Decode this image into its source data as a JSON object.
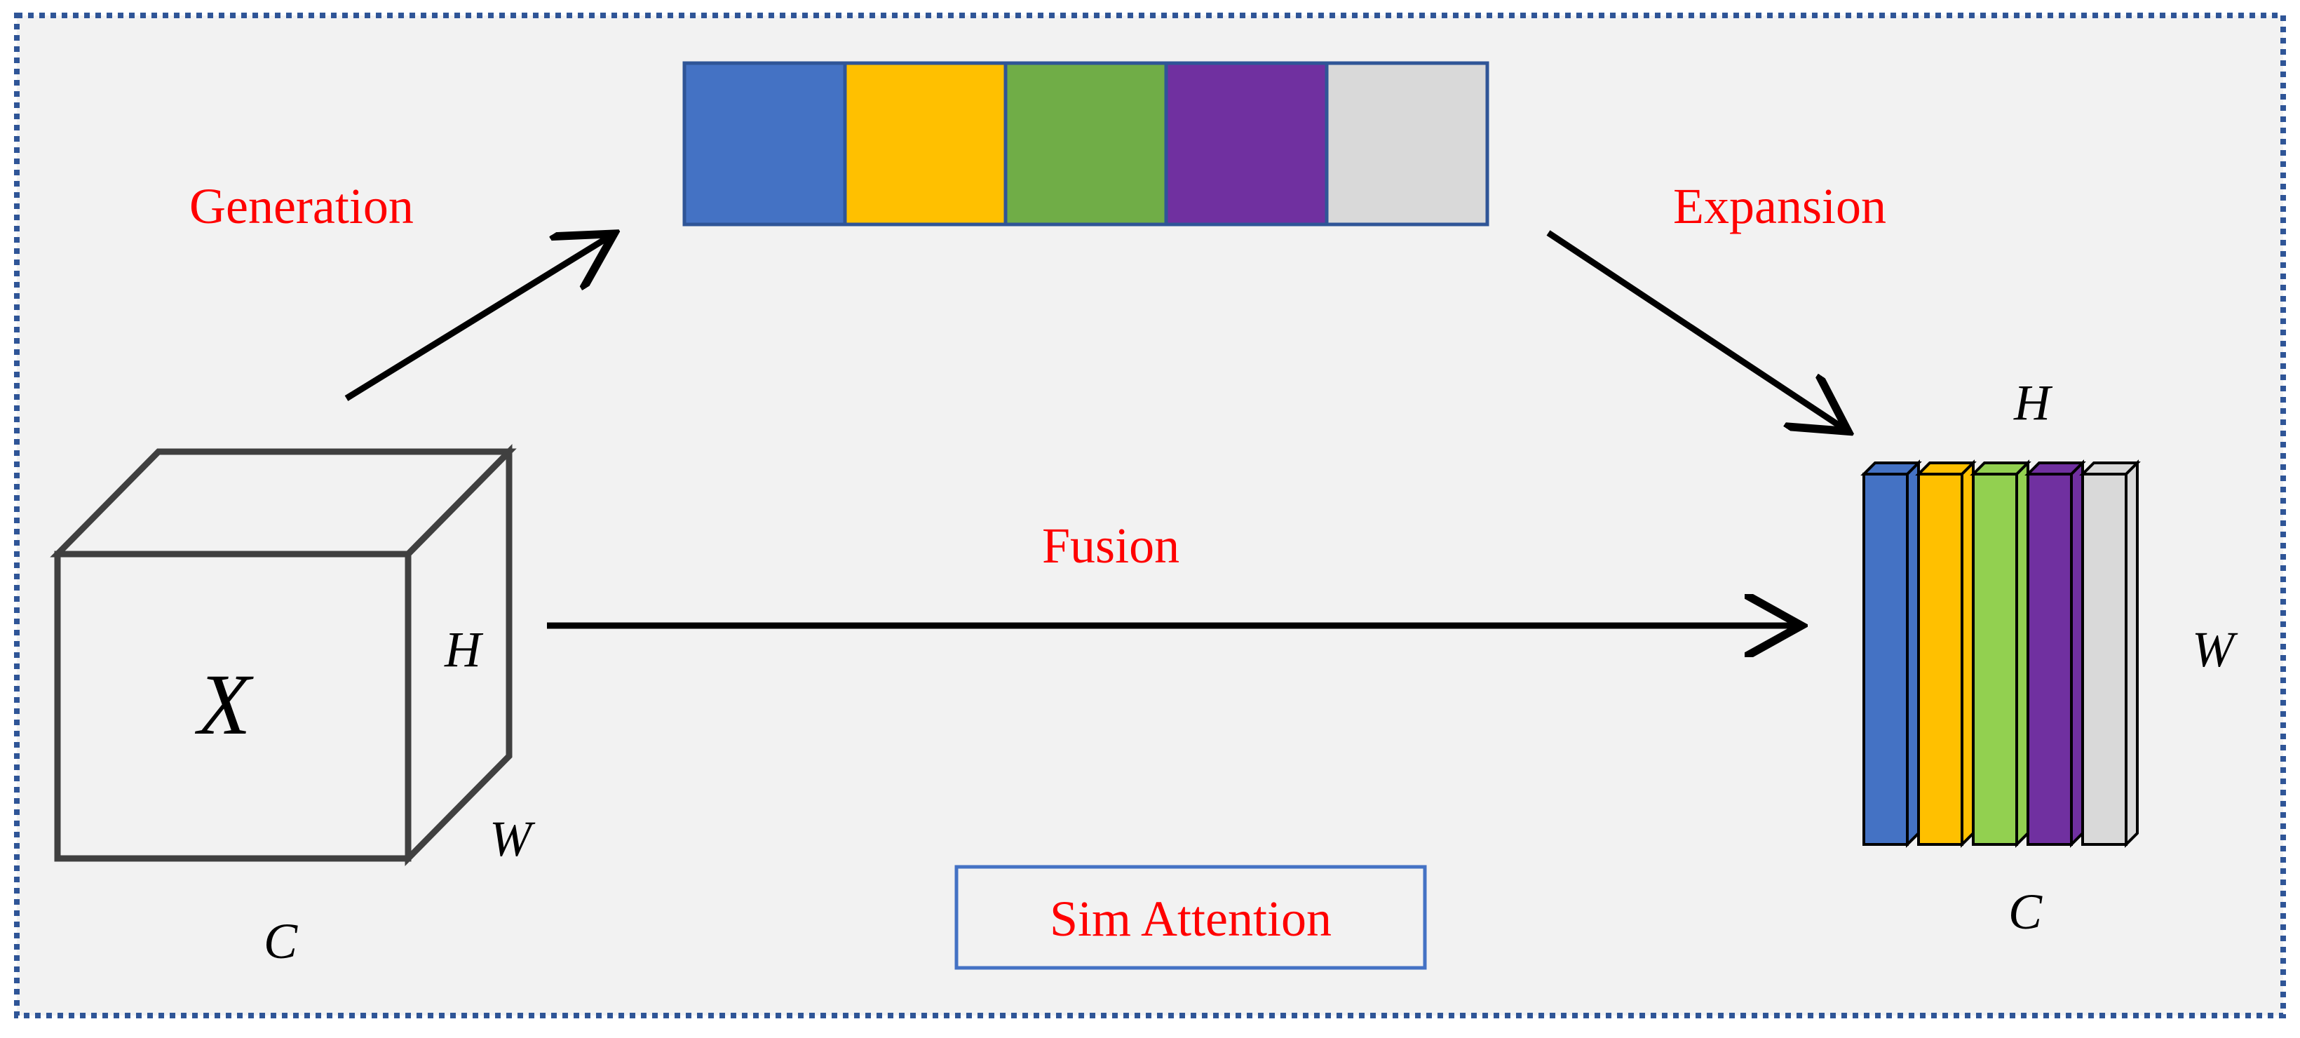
{
  "labels": {
    "generation": "Generation",
    "expansion": "Expansion",
    "fusion": "Fusion",
    "title": "Sim Attention"
  },
  "input_cube": {
    "symbol": "X",
    "dim_h": "H",
    "dim_w": "W",
    "dim_c": "C"
  },
  "output_stack": {
    "dim_h": "H",
    "dim_w": "W",
    "dim_c": "C"
  },
  "colors": {
    "background": "#f2f2f2",
    "frame_border": "#2f5597",
    "label_red": "#ff0000",
    "token_border": "#2f5597",
    "title_box_border": "#4472c4",
    "cube_stroke": "#404040",
    "tokens": [
      "#4472c4",
      "#ffc000",
      "#70ad47",
      "#7030a0",
      "#d9d9d9"
    ],
    "output_slices": [
      "#4472c4",
      "#ffc000",
      "#92d050",
      "#7030a0",
      "#d9d9d9"
    ]
  }
}
